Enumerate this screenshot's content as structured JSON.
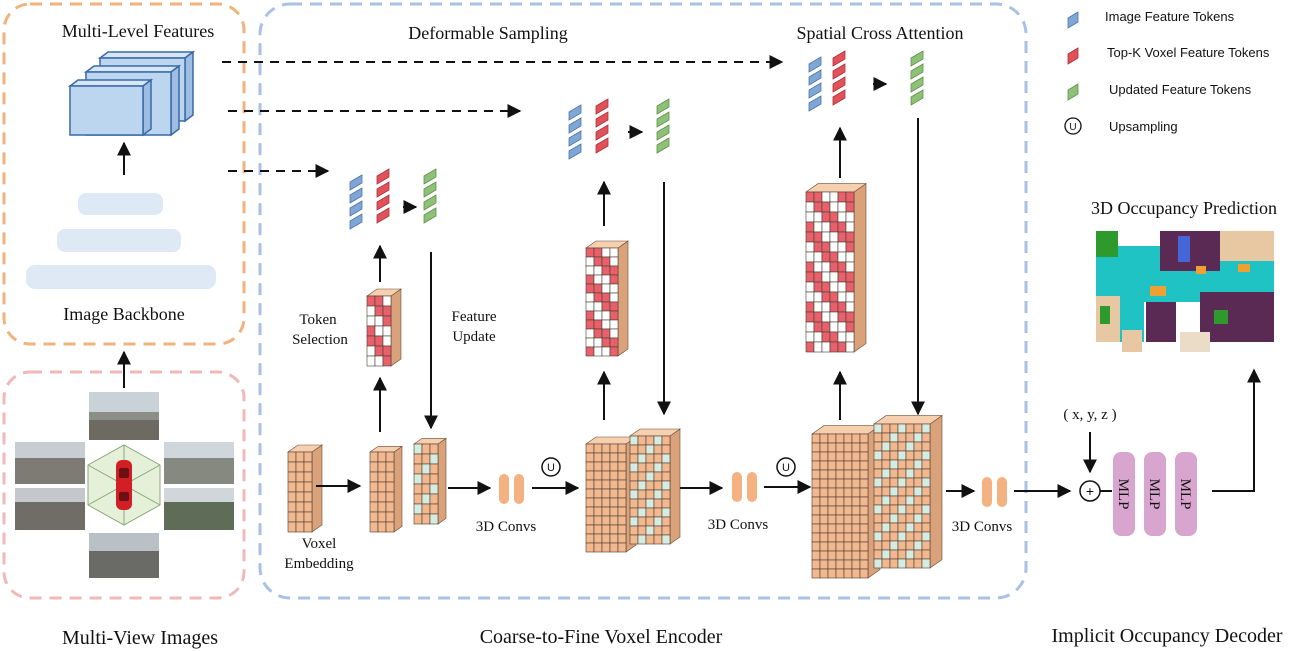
{
  "titles": {
    "multi_level_features": "Multi-Level Features",
    "deformable_sampling": "Deformable Sampling",
    "spatial_cross_attention": "Spatial Cross Attention",
    "image_backbone": "Image Backbone",
    "token_selection_line1": "Token",
    "token_selection_line2": "Selection",
    "feature_update_line1": "Feature",
    "feature_update_line2": "Update",
    "voxel_embedding_line1": "Voxel",
    "voxel_embedding_line2": "Embedding",
    "conv_1": "3D Convs",
    "conv_2": "3D Convs",
    "conv_3": "3D Convs",
    "occupancy_prediction": "3D Occupancy Prediction",
    "coord_input": "( x, y, z )",
    "mlp_1": "MLP",
    "mlp_2": "MLP",
    "mlp_3": "MLP",
    "upsample_symbol": "U",
    "plus_symbol": "+"
  },
  "legend": [
    {
      "label": "Image Feature Tokens",
      "color": "#7fa6d4"
    },
    {
      "label": "Top-K Voxel Feature Tokens",
      "color": "#e0525a"
    },
    {
      "label": "Updated Feature Tokens",
      "color": "#8fc077"
    },
    {
      "label": "Upsampling",
      "symbol": "U"
    }
  ],
  "captions": {
    "multi_view_images": "Multi-View Images",
    "encoder": "Coarse-to-Fine Voxel Encoder",
    "decoder": "Implicit Occupancy Decoder"
  },
  "colors": {
    "orange_box": "#f2b27c",
    "pink_box": "#f0b8b8",
    "blue_box": "#a9c1e4",
    "voxel": "#f2b88f",
    "voxel_green": "#d6ece0",
    "voxel_red": "#e8616a",
    "conv": "#f4b282",
    "mlp": "#d8a5cf",
    "feature_map": "#bcd6f0"
  }
}
